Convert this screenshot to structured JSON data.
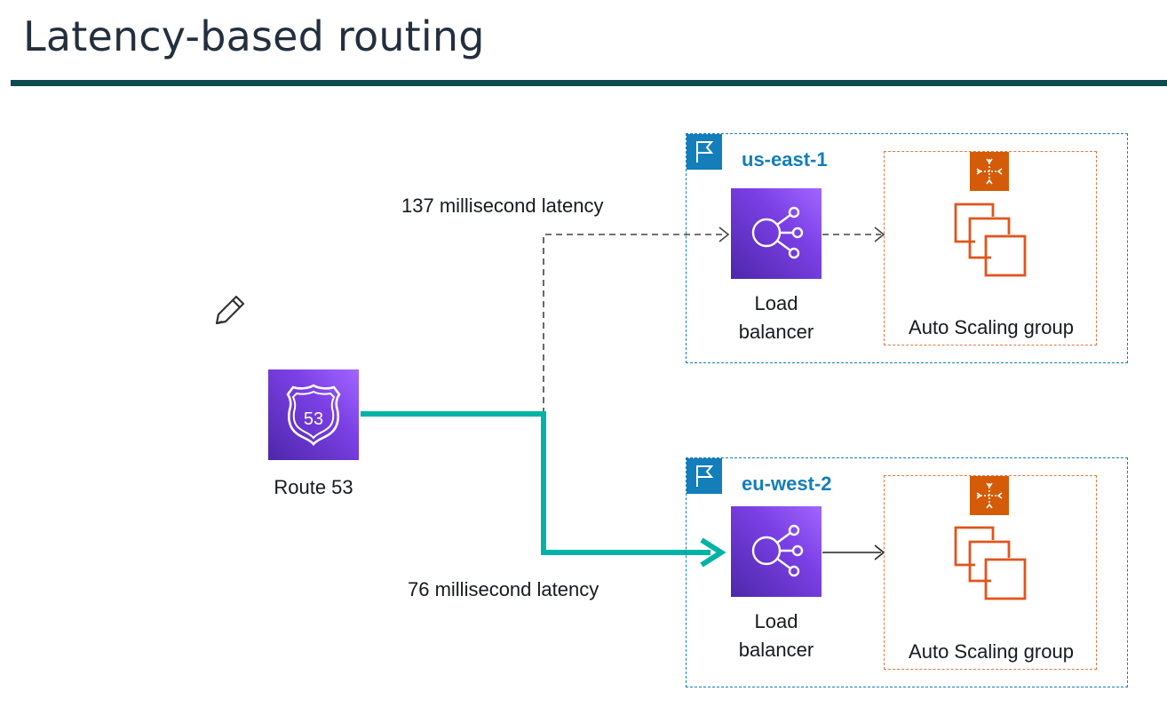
{
  "title": "Latency-based routing",
  "route53": {
    "label": "Route 53",
    "icon": "route-53-icon",
    "shield_text": "53"
  },
  "regions": [
    {
      "name": "us-east-1",
      "latency_label": "137 millisecond latency",
      "load_balancer_label_line1": "Load",
      "load_balancer_label_line2": "balancer",
      "asg_label": "Auto Scaling group",
      "selected": false
    },
    {
      "name": "eu-west-2",
      "latency_label": "76 millisecond latency",
      "load_balancer_label_line1": "Load",
      "load_balancer_label_line2": "balancer",
      "asg_label": "Auto Scaling group",
      "selected": true
    }
  ],
  "colors": {
    "title": "#232f3e",
    "rule": "#0e4a4f",
    "region": "#147eba",
    "asg": "#e07941",
    "asg_badge": "#d45b07",
    "selected_route": "#00b3a4",
    "service_purple": "#7a3fe4"
  }
}
